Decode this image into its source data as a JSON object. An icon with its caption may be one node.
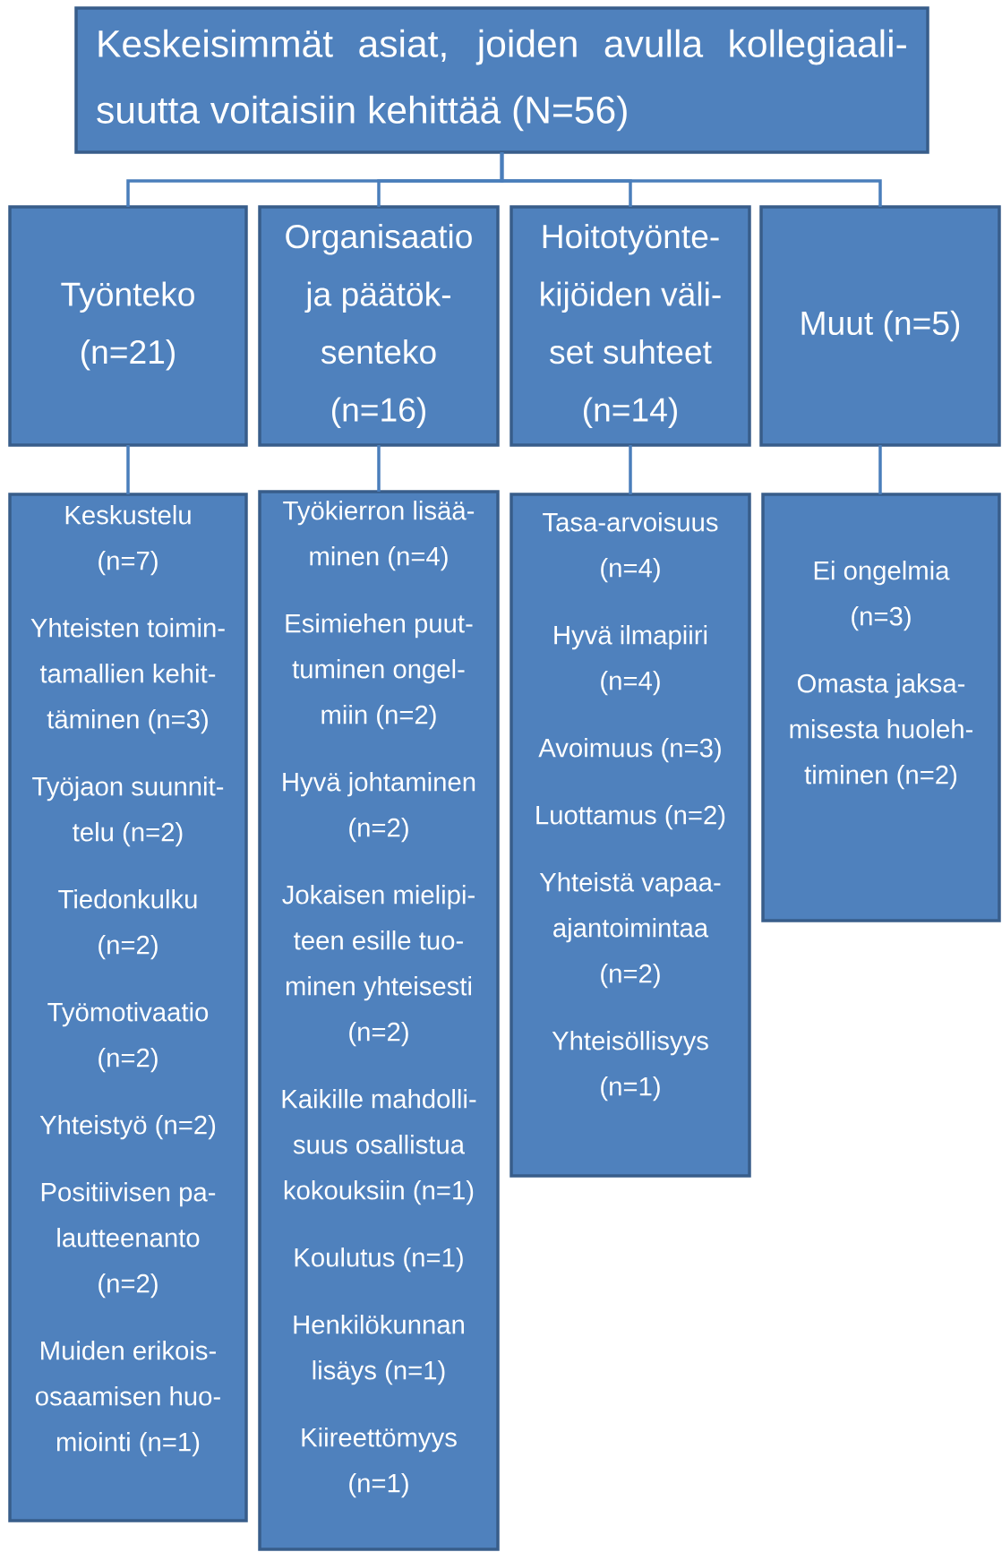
{
  "diagram": {
    "nodes": [
      {
        "text": [
          "Keskeisimmät asiat, joiden avulla kollegiaali- suutta voitaisiin kehittää (N=56)"
        ]
      },
      {
        "text": [
          "Työnteko (n=21)"
        ]
      },
      {
        "text": [
          "Organisaatio ja päätök- senteko (n=16)"
        ]
      },
      {
        "text": [
          "Hoitotyönte- kijöiden väli- set suhteet (n=14)"
        ]
      },
      {
        "text": [
          "Muut (n=5)"
        ]
      },
      {
        "text": [
          "Keskustelu (n=7)",
          "Yhteisten toimin- tamallien kehit- täminen (n=3)",
          "Työjaon suunnit- telu (n=2)",
          "Tiedonkulku (n=2)",
          "Työmotivaatio (n=2)",
          "Yhteistyö (n=2)",
          "Positiivisen pa- lautteenanto (n=2)",
          "Muiden erikois- osaamisen huo- miointi (n=1)"
        ]
      },
      {
        "text": [
          "Työkierron lisää- minen (n=4)",
          "Esimiehen puut- tuminen ongel- miin (n=2)",
          "Hyvä johtaminen (n=2)",
          "Jokaisen mielipi- teen esille tuo- minen yhteisesti (n=2)",
          "Kaikille mahdolli- suus osallistua kokouksiin (n=1)",
          "Koulutus (n=1)",
          "Henkilökunnan lisäys (n=1)",
          "Kiireettömyys (n=1)"
        ]
      },
      {
        "text": [
          "Tasa-arvoisuus (n=4)",
          "Hyvä ilmapiiri (n=4)",
          "Avoimuus (n=3)",
          "Luottamus (n=2)",
          "Yhteistä vapaa- ajantoimintaa (n=2)",
          "Yhteisöllisyys (n=1)"
        ]
      },
      {
        "text": [
          "Ei ongelmia (n=3)",
          "Omasta jaksa- misesta huoleh- timinen (n=2)"
        ]
      }
    ],
    "edges": [
      {
        "from": 0,
        "to": 1,
        "arrow": "none"
      },
      {
        "from": 0,
        "to": 2,
        "arrow": "none"
      },
      {
        "from": 0,
        "to": 3,
        "arrow": "none"
      },
      {
        "from": 0,
        "to": 4,
        "arrow": "none"
      },
      {
        "from": 1,
        "to": 5,
        "arrow": "none"
      },
      {
        "from": 2,
        "to": 6,
        "arrow": "none"
      },
      {
        "from": 3,
        "to": 7,
        "arrow": "none"
      },
      {
        "from": 4,
        "to": 8,
        "arrow": "none"
      }
    ]
  }
}
